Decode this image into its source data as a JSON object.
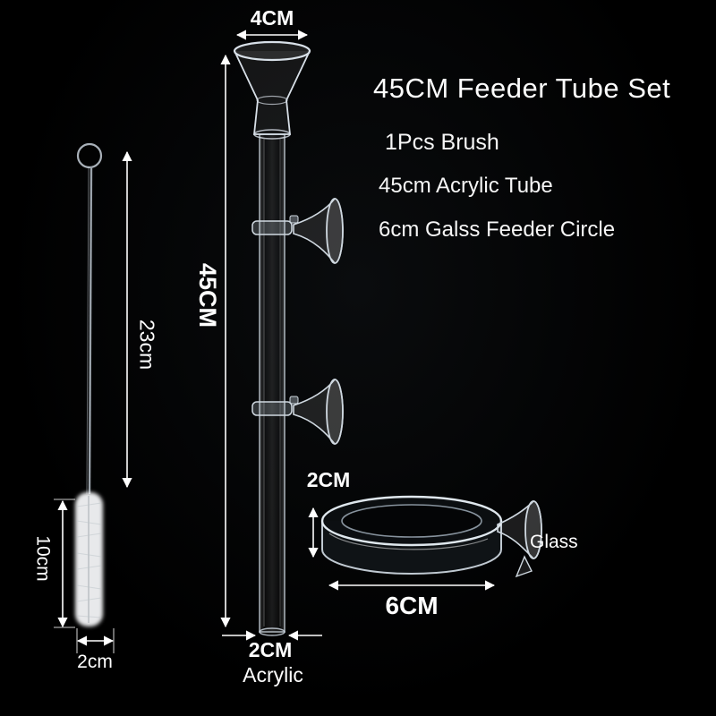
{
  "title": "45CM Feeder Tube Set",
  "features": [
    {
      "label": "1Pcs Brush"
    },
    {
      "label": "45cm Acrylic Tube"
    },
    {
      "label": "6cm Galss Feeder Circle"
    }
  ],
  "dimensions": {
    "funnel_width": "4CM",
    "tube_length": "45CM",
    "brush_length": "23cm",
    "brush_head": "10cm",
    "brush_head_width": "2cm",
    "ring_height": "2CM",
    "ring_diameter": "6CM",
    "tube_diameter": "2CM"
  },
  "materials": {
    "ring": "Glass",
    "tube": "Acrylic"
  },
  "colors": {
    "background": "#000000",
    "text": "#ffffff",
    "glass_outline": "#d8e0e8"
  }
}
